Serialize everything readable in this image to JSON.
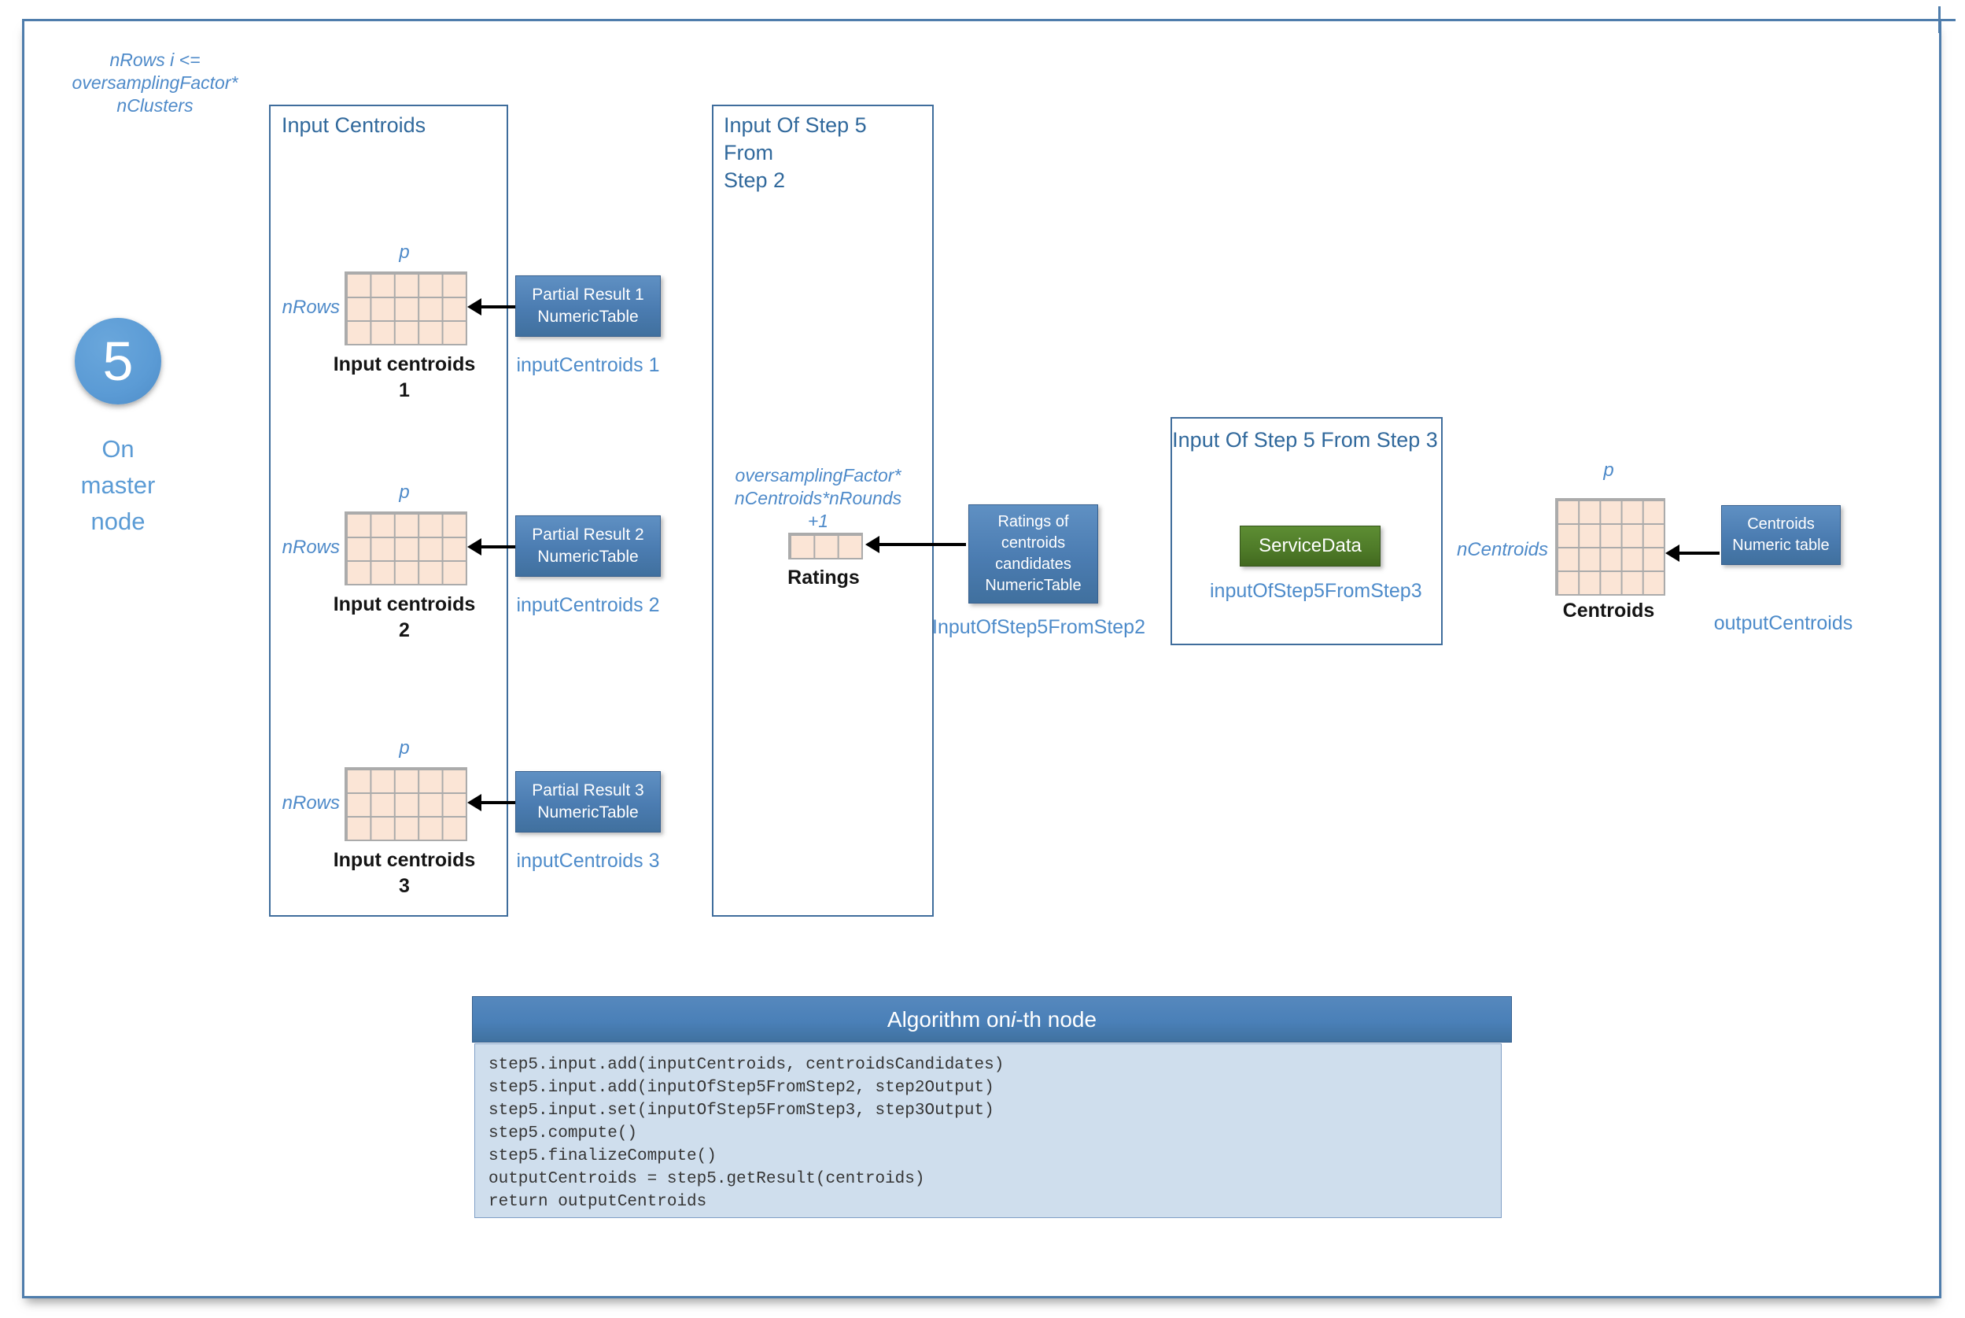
{
  "annotation": {
    "line1": "nRows i <=",
    "line2": "oversamplingFactor*",
    "line3": "nClusters"
  },
  "badge": {
    "number": "5",
    "line1": "On",
    "line2": "master",
    "line3": "node"
  },
  "panels": {
    "input_centroids": {
      "title": "Input Centroids",
      "groups": [
        {
          "cols_label": "p",
          "rows_label": "nRows",
          "caption": "Input centroids",
          "index": "1",
          "box_line1": "Partial Result 1",
          "box_line2": "NumericTable",
          "var_label": "inputCentroids 1"
        },
        {
          "cols_label": "p",
          "rows_label": "nRows",
          "caption": "Input centroids",
          "index": "2",
          "box_line1": "Partial Result 2",
          "box_line2": "NumericTable",
          "var_label": "inputCentroids 2"
        },
        {
          "cols_label": "p",
          "rows_label": "nRows",
          "caption": "Input centroids",
          "index": "3",
          "box_line1": "Partial Result 3",
          "box_line2": "NumericTable",
          "var_label": "inputCentroids 3"
        }
      ]
    },
    "step2": {
      "title_line1": "Input Of Step 5 From",
      "title_line2": "Step 2",
      "dim_line1": "oversamplingFactor*",
      "dim_line2": "nCentroids*nRounds",
      "dim_line3": "+1",
      "strip_caption": "Ratings",
      "box_line1": "Ratings of",
      "box_line2": "centroids",
      "box_line3": "candidates",
      "box_line4": "NumericTable",
      "var_label": "InputOfStep5FromStep2"
    },
    "step3": {
      "title": "Input Of Step 5 From Step 3",
      "box_label": "ServiceData",
      "var_label": "inputOfStep5FromStep3"
    },
    "output": {
      "cols_label": "p",
      "rows_label": "nCentroids",
      "caption": "Centroids",
      "box_line1": "Centroids",
      "box_line2": "Numeric table",
      "var_label": "outputCentroids"
    }
  },
  "algorithm": {
    "title_prefix": "Algorithm on ",
    "title_italic": "i",
    "title_suffix": "-th node",
    "code_lines": [
      "step5.input.add(inputCentroids, centroidsCandidates)",
      "step5.input.add(inputOfStep5FromStep2, step2Output)",
      "step5.input.set(inputOfStep5FromStep3, step3Output)",
      "step5.compute()",
      "step5.finalizeCompute()",
      "outputCentroids = step5.getResult(centroids)",
      "return outputCentroids"
    ]
  },
  "colors": {
    "accent_blue": "#4f81bd",
    "light_blue": "#5b9bd5",
    "panel_border": "#3f6d9c",
    "grid_fill": "#fbe5d6",
    "grid_line": "#ababab",
    "green_fill": "#4e7a28",
    "green_backing": "#a9c77d",
    "code_bg": "#cfdeed"
  }
}
